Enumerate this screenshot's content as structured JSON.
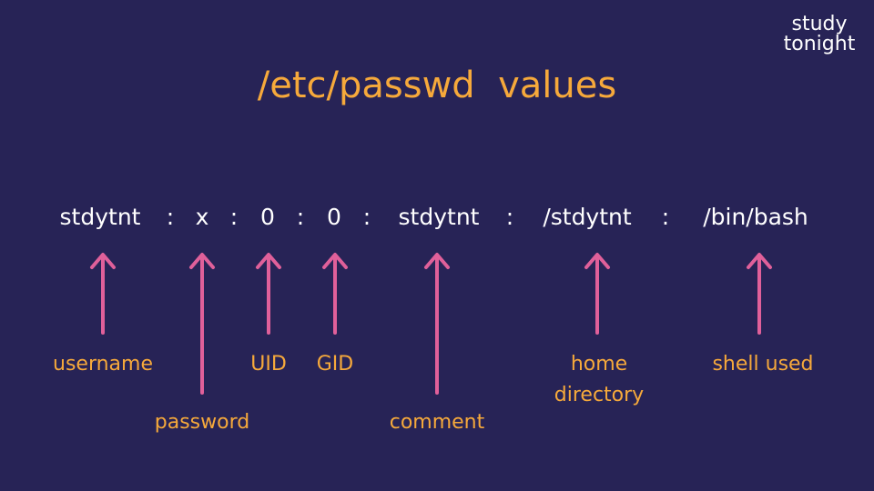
{
  "logo": {
    "line1": "study",
    "line2": "tonight"
  },
  "title": "/etc/passwd  values",
  "fields": [
    {
      "value": "stdytnt",
      "label": "username"
    },
    {
      "value": "x",
      "label": "password"
    },
    {
      "value": "0",
      "label": "UID"
    },
    {
      "value": "0",
      "label": "GID"
    },
    {
      "value": "stdytnt",
      "label": "comment"
    },
    {
      "value": "/stdytnt",
      "label": "home directory"
    },
    {
      "value": "/bin/bash",
      "label": "shell used"
    }
  ],
  "separator": ":",
  "colors": {
    "background": "#272356",
    "title": "#f6a93b",
    "values": "#ffffff",
    "labels": "#f6a93b",
    "arrows": "#e0609a"
  }
}
